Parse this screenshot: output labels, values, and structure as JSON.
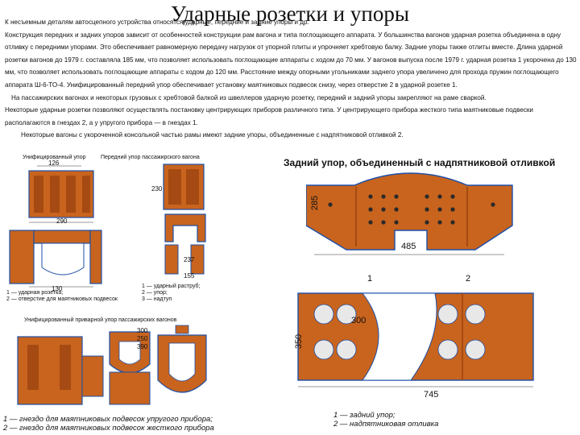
{
  "title": "Ударные розетки и упоры",
  "paragraphs": [
    "К несъемным деталям автосцепного устройства относятся ударные, передние и задние упоры и др.",
    "Конструкция передних и задних упоров зависит от особенностей конструкции рам вагона и типа поглощающего аппарата. У большинства вагонов ударная розетка объединена в одну отливку с передними упорами. Это обеспечивает равномерную передачу нагрузок от упорной плиты и упрочняет хребтовую балку. Задние упоры также отлиты вместе. Длина ударной розетки вагонов до 1979 г. составляла 185 мм, что позволяет использовать поглощающие аппараты с ходом до 70 мм. У вагонов выпуска после 1979 г. ударная розетка 1 укорочена до 130 мм, что позволяет использовать поглощающие аппараты с ходом до 120 мм. Расстояние между опорными угольниками заднего упора увеличено для прохода пружин поглощающего аппарата Ш-6-ТО-4. Унифицированный передний упор обеспечивает установку маятниковых подвесок снизу, через отверстие 2 в ударной розетке 1.",
    "На пассажирских вагонах и некоторых грузовых с хребтовой балкой из швеллеров ударную розетку, передний и задний упоры закрепляют на раме сваркой.",
    "Некоторые ударные розетки позволяют осуществлять постановку центрирующих приборов различного типа. У центрирующего прибора жесткого типа маятниковые подвески располагаются в гнездах 2, а у упругого прибора — в гнездах 1.",
    "Некоторые вагоны с укороченной консольной частью рамы имеют задние упоры, объединенные с надпятниковой отливкой 2."
  ],
  "figures": {
    "unified_stop_label": "Унифицированный упор",
    "front_stop_label": "Передний упор пассажирского вагона",
    "rear_stop_title": "Задний упор, объединенный с надпятниковой отливкой",
    "unified_passenger_label": "Унифицированный приварной упор пассажирских вагонов",
    "dims_left": {
      "d126": "126",
      "d290": "290",
      "d130": "130",
      "d230": "230",
      "d237": "237",
      "d155": "155",
      "d300": "300",
      "d250": "250",
      "d390": "390"
    },
    "legend_small": [
      "1 — ударная розетка;",
      "2 — отверстие для маятниковых подвесок",
      "1 — ударный раструб;",
      "2 — упор;",
      "3 — надтуп"
    ],
    "dims_right": {
      "d285": "285",
      "d485": "485",
      "d350": "350",
      "d300": "300",
      "d745": "745",
      "m1": "1",
      "m2": "2"
    },
    "legend_bottom_left": [
      "1 — гнездо для маятниковых подвесок упругого прибора;",
      "2 — гнездо для маятниковых подвесок жесткого прибора"
    ],
    "legend_bottom_right": [
      "1 — задний упор;",
      "2 — надпятниковая отливка"
    ]
  },
  "colors": {
    "casting": "#c8641e",
    "casting_dark": "#a54a12",
    "hole": "#e8e8e8",
    "outline": "#1d4fa8"
  }
}
